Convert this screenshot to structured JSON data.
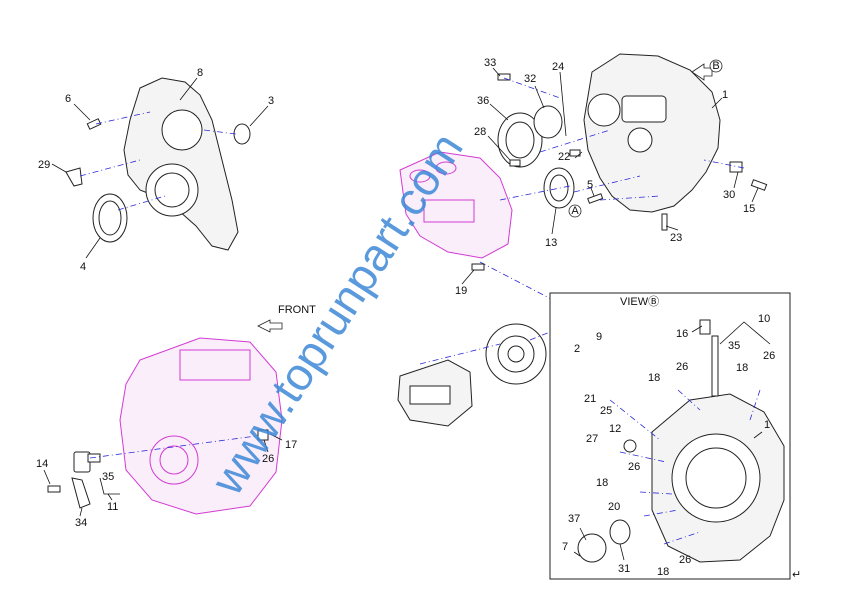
{
  "labels": {
    "front": "FRONT",
    "view_b": "VIEWⒷ",
    "arrow_b": "B",
    "arrow_a": "A",
    "watermark": "www.toprunpart.com",
    "corner_mark": "↵"
  },
  "callouts": {
    "c8": "8",
    "c6": "6",
    "c3": "3",
    "c29": "29",
    "c4": "4",
    "c33": "33",
    "c32": "32",
    "c24": "24",
    "c36": "36",
    "c28": "28",
    "c22": "22",
    "c1": "1",
    "c5": "5",
    "c13": "13",
    "c23": "23",
    "c30": "30",
    "c15": "15",
    "c19": "19",
    "c2": "2",
    "c9": "9",
    "c14": "14",
    "c35": "35",
    "c11": "11",
    "c34": "34",
    "c26": "26",
    "c17": "17",
    "v16": "16",
    "v10": "10",
    "v35": "35",
    "v18a": "18",
    "v26a": "26",
    "v18b": "18",
    "v26b": "26",
    "v21": "21",
    "v25": "25",
    "v1": "1",
    "v12": "12",
    "v27": "27",
    "v26c": "26",
    "v18c": "18",
    "v20": "20",
    "v37": "37",
    "v7": "7",
    "v31": "31",
    "v18d": "18",
    "v26d": "26"
  }
}
